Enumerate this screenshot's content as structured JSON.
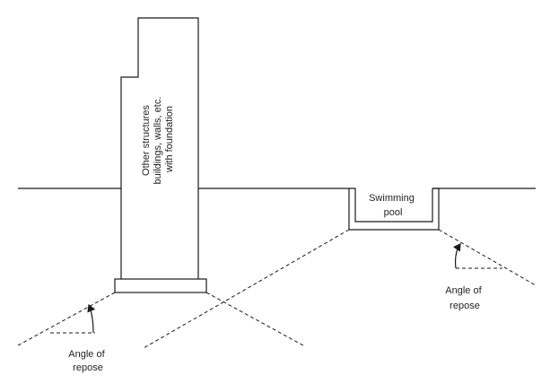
{
  "structure": {
    "label_lines": [
      "Other structures",
      "buildings, walls, etc.",
      "with foundation"
    ]
  },
  "pool": {
    "label_lines": [
      "Swimming",
      "pool"
    ]
  },
  "angle_left": {
    "label_lines": [
      "Angle of",
      "repose"
    ]
  },
  "angle_right": {
    "label_lines": [
      "Angle of",
      "repose"
    ]
  },
  "colors": {
    "line": "#1a1a1a",
    "text": "#222222",
    "background": "#ffffff"
  }
}
